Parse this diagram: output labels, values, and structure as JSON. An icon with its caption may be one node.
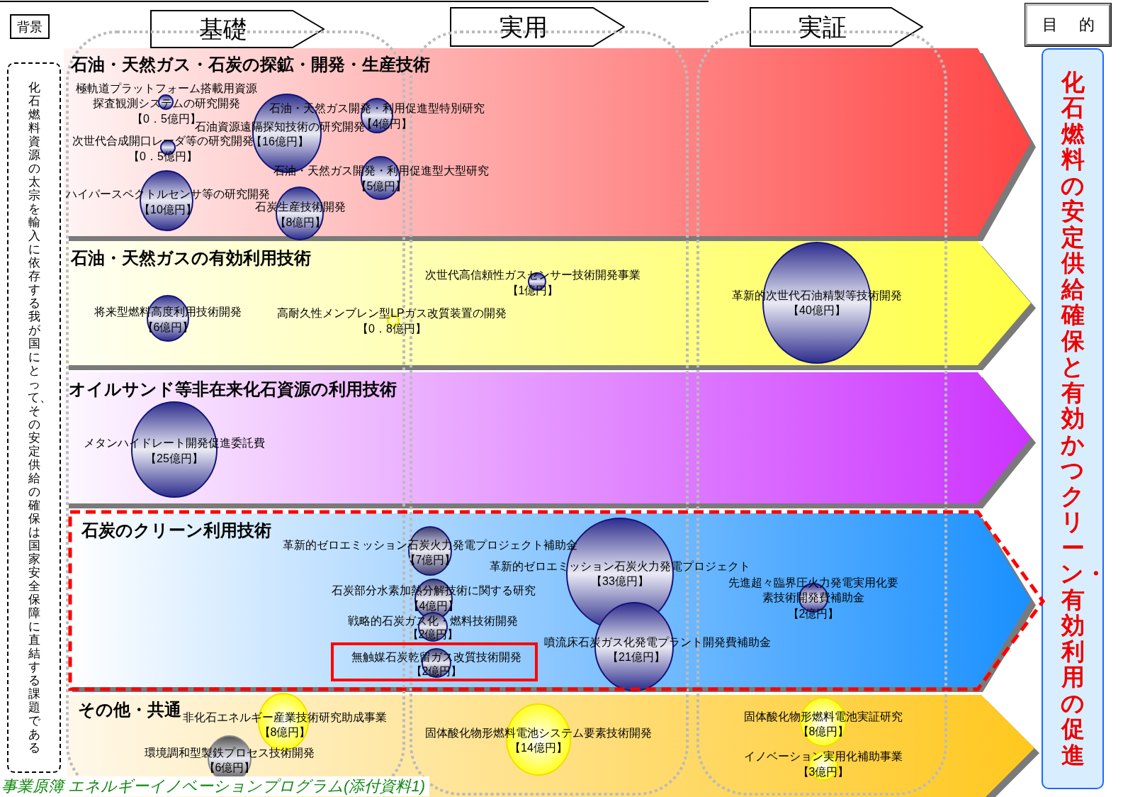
{
  "diagram": {
    "nodes": [
      {
        "text": [
          "背景"
        ]
      },
      {
        "text": [
          "基礎"
        ]
      },
      {
        "text": [
          "実用"
        ]
      },
      {
        "text": [
          "実証"
        ]
      },
      {
        "text": [
          "目的"
        ]
      },
      {
        "text": [
          "化石燃料資源の太宗を輸入に依存する我が国にとって、その安定供給の確保は国家安全保障に直結する課題である"
        ]
      },
      {
        "text": [
          "化石燃料の安定供給確保と有効かつクリーン・有効利用の促進"
        ]
      },
      {
        "text": [
          "石油・天然ガス・石炭の探鉱・開発・生産技術"
        ]
      },
      {
        "text": [
          "石油・天然ガスの有効利用技術"
        ]
      },
      {
        "text": [
          "オイルサンド等非在来化石資源の利用技術"
        ]
      },
      {
        "text": [
          "石炭のクリーン利用技術"
        ]
      },
      {
        "text": [
          "その他・共通"
        ]
      },
      {
        "text": [
          "極軌道プラットフォーム搭載用資源探査観測システムの研究開発",
          "【0．5億円】"
        ],
        "in": 7
      },
      {
        "text": [
          "石油・天然ガス開発・利用促進型特別研究",
          "【4億円】"
        ],
        "in": 7
      },
      {
        "text": [
          "石油資源遠隔探知技術の研究開発",
          "【16億円】"
        ],
        "in": 7
      },
      {
        "text": [
          "次世代合成開口レーダ等の研究開発",
          "【0．5億円】"
        ],
        "in": 7
      },
      {
        "text": [
          "石油・天然ガス開発・利用促進型大型研究",
          "【5億円】"
        ],
        "in": 7
      },
      {
        "text": [
          "ハイパースペクトルセンサ等の研究開発",
          "【10億円】"
        ],
        "in": 7
      },
      {
        "text": [
          "石炭生産技術開発",
          "【8億円】"
        ],
        "in": 7
      },
      {
        "text": [
          "次世代高信頼性ガスセンサー技術開発事業",
          "【1億円】"
        ],
        "in": 8
      },
      {
        "text": [
          "将来型燃料高度利用技術開発",
          "【6億円】"
        ],
        "in": 8
      },
      {
        "text": [
          "高耐久性メンブレン型LPガス改質装置の開発",
          "【0．8億円】"
        ],
        "in": 8
      },
      {
        "text": [
          "革新的次世代石油精製等技術開発",
          "【40億円】"
        ],
        "in": 8
      },
      {
        "text": [
          "メタンハイドレート開発促進委託費",
          "【25億円】"
        ],
        "in": 9
      },
      {
        "text": [
          "革新的ゼロエミッション石炭火力発電プロジェクト補助金",
          "【7億円】"
        ],
        "in": 10
      },
      {
        "text": [
          "革新的ゼロエミッション石炭火力発電プロジェクト",
          "【33億円】"
        ],
        "in": 10
      },
      {
        "text": [
          "石炭部分水素加熱分解技術に関する研究",
          "【4億円】"
        ],
        "in": 10
      },
      {
        "text": [
          "先進超々臨界圧火力発電実用化要素技術開発費補助金",
          "【2億円】"
        ],
        "in": 10
      },
      {
        "text": [
          "戦略的石炭ガス化・燃料技術開発",
          "【2億円】"
        ],
        "in": 10
      },
      {
        "text": [
          "噴流床石炭ガス化発電プラント開発費補助金",
          "【21億円】"
        ],
        "in": 10
      },
      {
        "text": [
          "無触媒石炭乾留ガス改質技術開発",
          "【2億円】"
        ],
        "in": 10
      },
      {
        "text": [
          "非化石エネルギー産業技術研究助成事業",
          "【8億円】"
        ],
        "in": 11
      },
      {
        "text": [
          "固体酸化物形燃料電池システム要素技術開発",
          "【14億円】"
        ],
        "in": 11
      },
      {
        "text": [
          "固体酸化物形燃料電池実証研究",
          "【8億円】"
        ],
        "in": 11
      },
      {
        "text": [
          "環境調和型製鉄プロセス技術開発",
          "【6億円】"
        ],
        "in": 11
      },
      {
        "text": [
          "イノベーション実用化補助事業",
          "【3億円】"
        ],
        "in": 11
      }
    ],
    "labels": [
      "事業原簿 エネルギーイノベーションプログラム(添付資料1)"
    ]
  }
}
